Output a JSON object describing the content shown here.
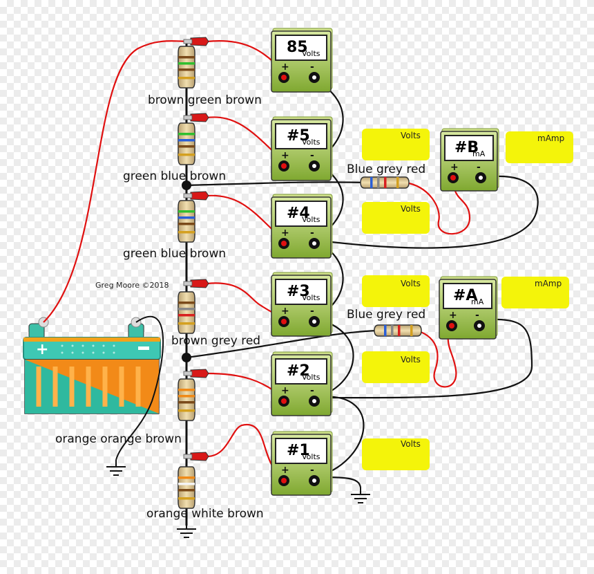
{
  "author": "Greg Moore ©2018",
  "colors": {
    "wire_red": "#e01010",
    "wire_black": "#111111",
    "meter_green": "#a6c84a",
    "note_yellow": "#f4f40a"
  },
  "resistor_labels": {
    "r1": "brown green brown",
    "r2": "green blue brown",
    "r3": "green blue brown",
    "r4": "brown grey red",
    "r5": "orange orange brown",
    "r6": "orange white brown",
    "load_b": "Blue grey red",
    "load_a": "Blue grey red"
  },
  "meters": [
    {
      "id": "v85",
      "reading": "85",
      "unit": "Volts"
    },
    {
      "id": "v5",
      "reading": "#5",
      "unit": "Volts"
    },
    {
      "id": "v4",
      "reading": "#4",
      "unit": "Volts"
    },
    {
      "id": "v3",
      "reading": "#3",
      "unit": "Volts"
    },
    {
      "id": "v2",
      "reading": "#2",
      "unit": "Volts"
    },
    {
      "id": "v1",
      "reading": "#1",
      "unit": "Volts"
    },
    {
      "id": "ma_b",
      "reading": "#B",
      "unit": "mA"
    },
    {
      "id": "ma_a",
      "reading": "#A",
      "unit": "mA"
    }
  ],
  "terminal_plus": "+",
  "terminal_minus": "-",
  "notes": [
    "Volts",
    "mAmp",
    "Volts",
    "Volts",
    "mAmp",
    "Volts",
    "Volts"
  ],
  "icons": [
    "battery-icon",
    "ground-icon",
    "resistor-icon",
    "voltmeter-icon",
    "ammeter-icon"
  ]
}
